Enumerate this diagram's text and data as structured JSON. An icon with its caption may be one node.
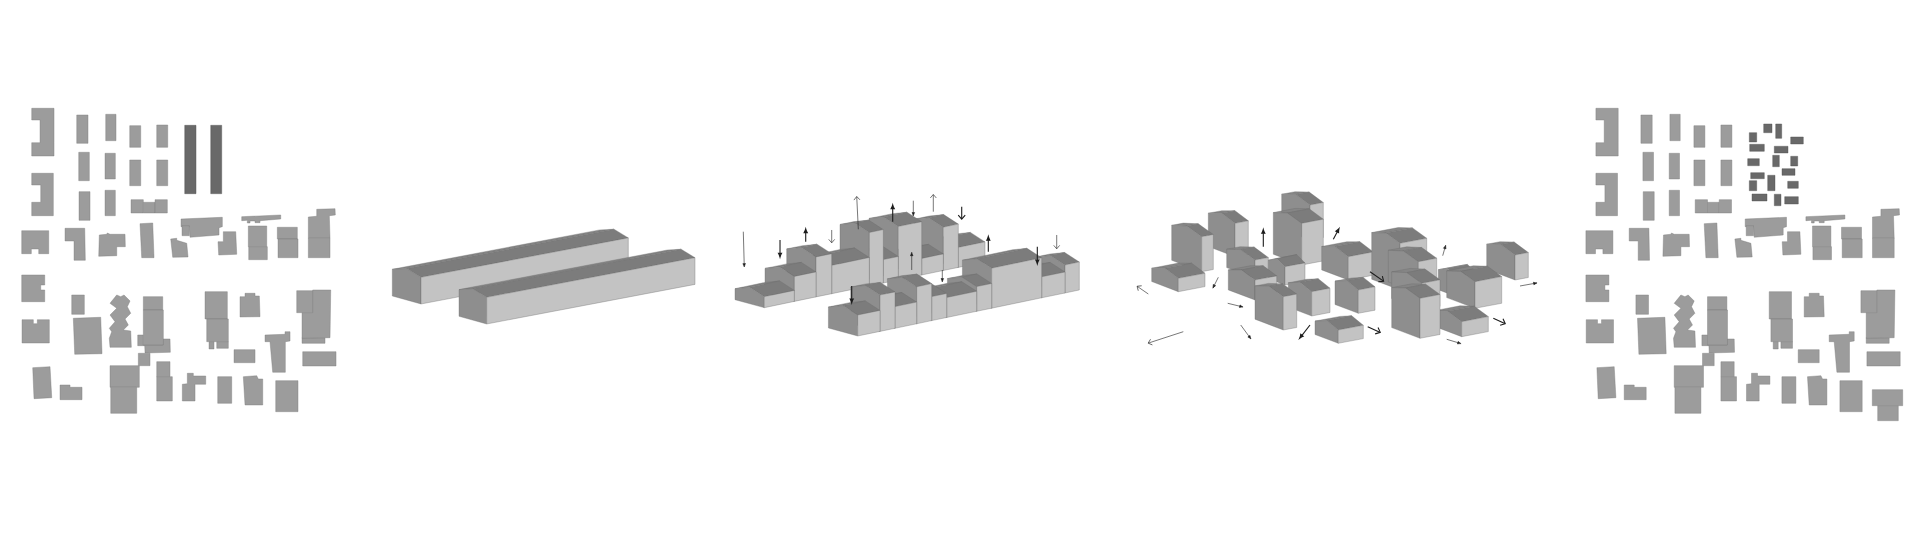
{
  "diagram": {
    "nodes": [
      {
        "text": [],
        "shape": "picture"
      },
      {
        "text": [],
        "shape": "picture"
      },
      {
        "text": [],
        "shape": "picture"
      },
      {
        "text": [],
        "shape": "picture"
      },
      {
        "text": [],
        "shape": "picture"
      }
    ]
  }
}
